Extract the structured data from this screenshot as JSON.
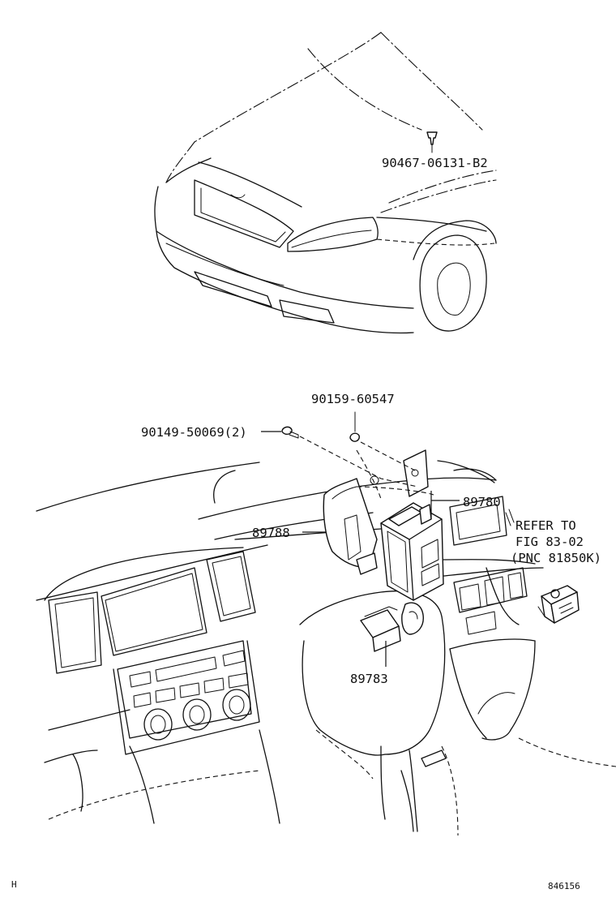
{
  "callouts": {
    "hood_clip": "90467-06131-B2",
    "clip_60547": "90159-60547",
    "screw_50069": "90149-50069(2)",
    "part_89780": "89780",
    "part_89788": "89788",
    "part_89783": "89783"
  },
  "refer": {
    "line1": "REFER TO",
    "line2": "FIG 83-02",
    "line3": "(PNC 81850K)"
  },
  "footer": {
    "left_code": "H",
    "right_code": "846156"
  }
}
